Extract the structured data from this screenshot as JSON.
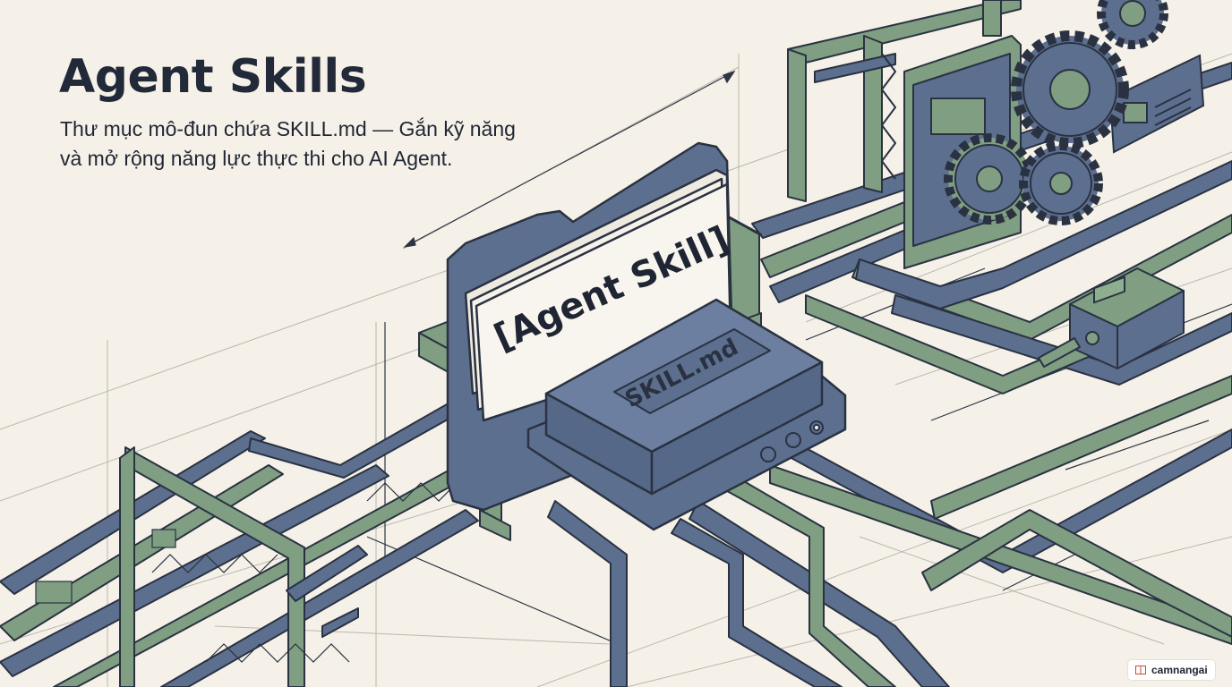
{
  "hero": {
    "title": "Agent Skills",
    "subtitle_line1": "Thư mục mô-đun chứa SKILL.md — Gắn kỹ năng",
    "subtitle_line2": "và mở rộng năng lực thực thi cho AI Agent."
  },
  "illustration": {
    "folder_tab_label": "[Agent Skill]",
    "skill_block_label": "SKILL.md",
    "colors": {
      "background": "#f5f1e8",
      "pipe_blue": "#5d6f8f",
      "pipe_green": "#7f9e82",
      "outline": "#2a3242",
      "paper": "#f6f2e9"
    }
  },
  "watermark": {
    "icon": "book-icon",
    "text": "camnangai"
  }
}
